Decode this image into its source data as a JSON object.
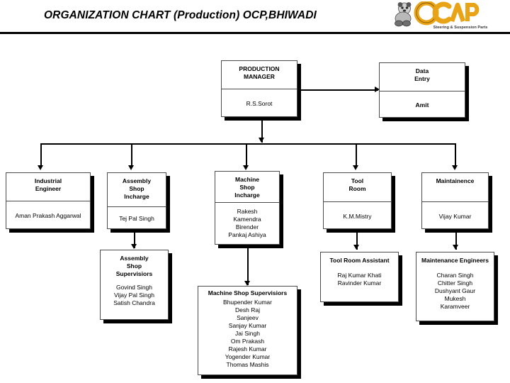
{
  "header": {
    "title": "ORGANIZATION CHART (Production) OCP,BHIWADI",
    "logo_name": "ocap-logo",
    "logo_text": "OCAP",
    "logo_tagline": "Steering & Suspension Parts"
  },
  "colors": {
    "box_border": "#4a4a4a",
    "box_fill": "#ffffff",
    "shadow": "#000000",
    "line": "#000000",
    "text": "#000000",
    "logo_gold": "#E8A317",
    "logo_gray": "#8a8a8a"
  },
  "chart_data": {
    "type": "diagram",
    "title": "ORGANIZATION CHART (Production) OCP,BHIWADI",
    "nodes": [
      {
        "id": "production-manager",
        "title": "PRODUCTION\nMANAGER",
        "body": "R.S.Sorot",
        "level": 0
      },
      {
        "id": "data-entry",
        "title": "Data\nEntry",
        "body": "Amit",
        "level": 0
      },
      {
        "id": "industrial-engineer",
        "title": "Industrial\nEngineer",
        "body": "Aman Prakash Aggarwal",
        "level": 1
      },
      {
        "id": "assembly-shop-incharge",
        "title": "Assembly\nShop\nIncharge",
        "body": "Tej Pal Singh",
        "level": 1
      },
      {
        "id": "machine-shop-incharge",
        "title": "Machine\nShop\nIncharge",
        "body": "Rakesh\nKamendra\nBirender\nPankaj Ashiya",
        "level": 1
      },
      {
        "id": "tool-room",
        "title": "Tool\nRoom",
        "body": "K.M.Mistry",
        "level": 1
      },
      {
        "id": "maintainence",
        "title": "Maintainence",
        "body": "Vijay Kumar",
        "level": 1
      },
      {
        "id": "assembly-shop-supervisiors",
        "title": "Assembly\nShop\nSupervisiors",
        "body": "Govind Singh\nVijay Pal Singh\nSatish Chandra",
        "level": 2
      },
      {
        "id": "machine-shop-supervisiors",
        "title": "Machine Shop Supervisiors",
        "body": "Bhupender Kumar\nDesh Raj\nSanjeev\nSanjay Kumar\nJai Singh\nOm Prakash\nRajesh Kumar\nYogender Kumar\nThomas Mashis",
        "level": 2
      },
      {
        "id": "tool-room-assistant",
        "title": "Tool  Room Assistant",
        "body": "Raj Kumar Khati\nRavinder Kumar",
        "level": 2
      },
      {
        "id": "maintenance-engineers",
        "title": "Maintenance Engineers",
        "body": "Charan Singh\nChitter Singh\nDushyant Gaur\nMukesh\nKaramveer",
        "level": 2
      }
    ],
    "edges": [
      {
        "from": "production-manager",
        "to": "data-entry",
        "style": "horizontal-arrow"
      },
      {
        "from": "production-manager",
        "to": "industrial-engineer",
        "style": "bus-down"
      },
      {
        "from": "production-manager",
        "to": "assembly-shop-incharge",
        "style": "bus-down"
      },
      {
        "from": "production-manager",
        "to": "machine-shop-incharge",
        "style": "bus-down"
      },
      {
        "from": "production-manager",
        "to": "tool-room",
        "style": "bus-down"
      },
      {
        "from": "production-manager",
        "to": "maintainence",
        "style": "bus-down"
      },
      {
        "from": "assembly-shop-incharge",
        "to": "assembly-shop-supervisiors",
        "style": "down-arrow"
      },
      {
        "from": "machine-shop-incharge",
        "to": "machine-shop-supervisiors",
        "style": "down-arrow"
      },
      {
        "from": "tool-room",
        "to": "tool-room-assistant",
        "style": "down-arrow"
      },
      {
        "from": "maintainence",
        "to": "maintenance-engineers",
        "style": "down-arrow"
      }
    ]
  }
}
